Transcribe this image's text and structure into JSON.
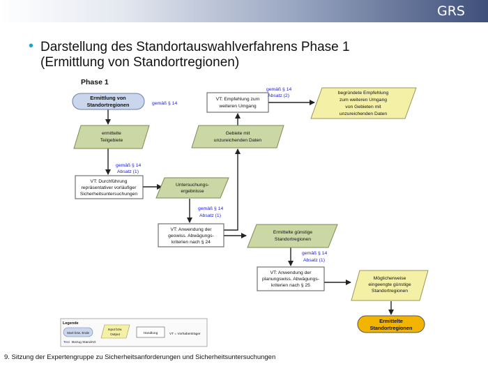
{
  "header": {
    "logo_text": "GRS",
    "title_line1": "Darstellung des Standortauswahlverfahrens Phase 1",
    "title_line2": "(Ermittlung von Standortregionen)"
  },
  "diagram": {
    "phase_label": "Phase 1",
    "start": [
      "Ermittlung von",
      "Standortregionen"
    ],
    "start_ref": "gemäß § 14",
    "teilgebiete": [
      "ermittelte",
      "Teilgebiete"
    ],
    "ref_1": [
      "gemäß § 14",
      "Absatz (1)"
    ],
    "vt_durchfuehrung": [
      "VT: Durchführung",
      "repräsentativer vorläufiger",
      "Sicherheitsuntersuchungen"
    ],
    "untersuchungsergebnisse": [
      "Untersuchungs-",
      "ergebnisse"
    ],
    "ref_2": [
      "gemäß § 14",
      "Absatz (1)"
    ],
    "vt_geowiss": [
      "VT: Anwendung der",
      "geowiss. Abwägungs-",
      "kriterien nach § 24"
    ],
    "guenstige": [
      "Ermittelte günstige",
      "Standortregionen"
    ],
    "ref_3": [
      "gemäß § 14",
      "Absatz (1)"
    ],
    "vt_planungswiss": [
      "VT: Anwendung der",
      "planungswiss. Abwägungs-",
      "kriterien nach § 25"
    ],
    "moegliche": [
      "Möglicherweise",
      "eingeengte günstige",
      "Standortregionen"
    ],
    "end": [
      "Ermittelte",
      "Standortregionen"
    ],
    "gebiete_unzureichend": [
      "Gebiete mit",
      "unzureichenden Daten"
    ],
    "vt_empfehlung": [
      "VT: Empfehlung zum",
      "weiteren Umgang"
    ],
    "ref_4": [
      "gemäß § 14",
      "Absatz (2)"
    ],
    "begruendete": [
      "begründete Empfehlung",
      "zum weiteren Umgang",
      "von Gebieten mit",
      "unzureichenden Daten"
    ]
  },
  "legend": {
    "title": "Legende",
    "start_end": "Start bzw. Ende",
    "input_output": [
      "Input bzw.",
      "Output"
    ],
    "handlung": "Handlung",
    "vt_note": "VT = Vorhabenträger",
    "text_note": "Text",
    "text_note_rest": "Bezug StandAG"
  },
  "footer": {
    "text": "9. Sitzung der Expertengruppe zu Sicherheitsanforderungen und Sicherheitsuntersuchungen"
  },
  "colors": {
    "start_fill": "#c9d6ec",
    "io_green": "#cbd7a4",
    "io_yellow": "#f4f1a6",
    "end_fill": "#f3b400",
    "ref_text": "#1a1ad6",
    "bullet": "#1aa6c4"
  }
}
